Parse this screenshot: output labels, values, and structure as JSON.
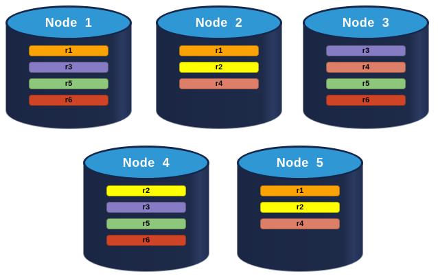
{
  "colors": {
    "background": "#ffffff",
    "cylinder_body": "#1d2a48",
    "cylinder_top": "#2f97d3",
    "cylinder_outline": "#16274b",
    "node_title_text": "#ffffff",
    "replica_text": "#000000",
    "replica_r1": "#fba306",
    "replica_r2": "#ffff00",
    "replica_r3": "#867cc5",
    "replica_r4": "#dd7e68",
    "replica_r5": "#8dc77b",
    "replica_r6": "#cf4326"
  },
  "nodes": [
    {
      "label": "Node  1",
      "replicas": [
        {
          "label": "r1",
          "color": "#fba306"
        },
        {
          "label": "r3",
          "color": "#867cc5"
        },
        {
          "label": "r5",
          "color": "#8dc77b"
        },
        {
          "label": "r6",
          "color": "#cf4326"
        }
      ]
    },
    {
      "label": "Node  2",
      "replicas": [
        {
          "label": "r1",
          "color": "#fba306"
        },
        {
          "label": "r2",
          "color": "#ffff00"
        },
        {
          "label": "r4",
          "color": "#dd7e68"
        }
      ]
    },
    {
      "label": "Node  3",
      "replicas": [
        {
          "label": "r3",
          "color": "#867cc5"
        },
        {
          "label": "r4",
          "color": "#dd7e68"
        },
        {
          "label": "r5",
          "color": "#8dc77b"
        },
        {
          "label": "r6",
          "color": "#cf4326"
        }
      ]
    },
    {
      "label": "Node  4",
      "replicas": [
        {
          "label": "r2",
          "color": "#ffff00"
        },
        {
          "label": "r3",
          "color": "#867cc5"
        },
        {
          "label": "r5",
          "color": "#8dc77b"
        },
        {
          "label": "r6",
          "color": "#cf4326"
        }
      ]
    },
    {
      "label": "Node  5",
      "replicas": [
        {
          "label": "r1",
          "color": "#fba306"
        },
        {
          "label": "r2",
          "color": "#ffff00"
        },
        {
          "label": "r4",
          "color": "#dd7e68"
        }
      ]
    }
  ]
}
